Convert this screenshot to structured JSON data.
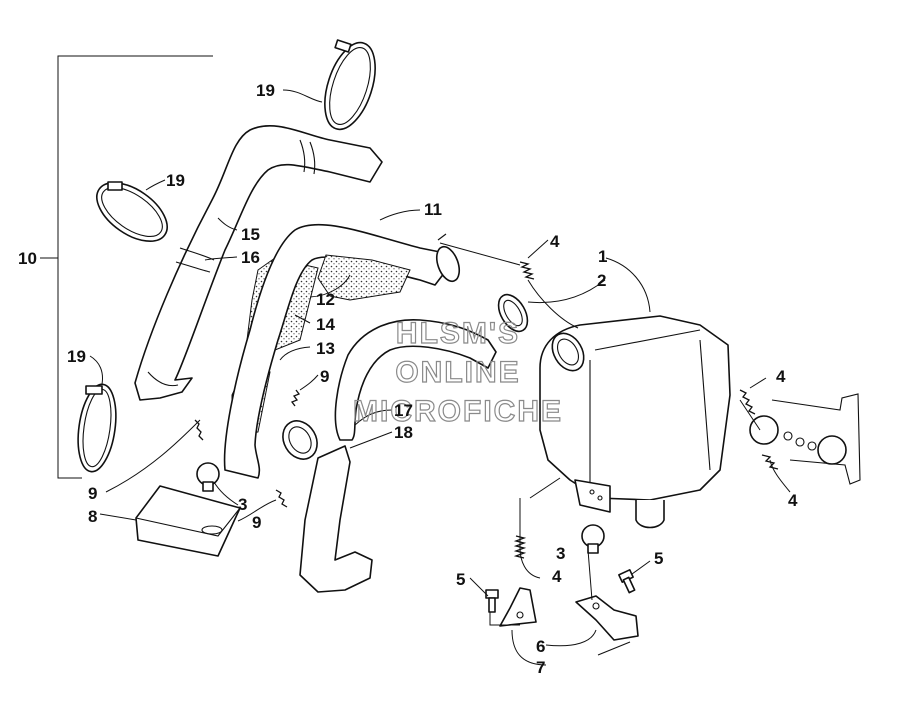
{
  "watermark": {
    "line1": "HLSM'S",
    "line2": "ONLINE",
    "line3": "MICROFICHE"
  },
  "callouts": {
    "c1": "1",
    "c2": "2",
    "c3a": "3",
    "c3b": "3",
    "c4a": "4",
    "c4b": "4",
    "c4c": "4",
    "c4d": "4",
    "c5a": "5",
    "c5b": "5",
    "c6": "6",
    "c7": "7",
    "c8": "8",
    "c9a": "9",
    "c9b": "9",
    "c9c": "9",
    "c10": "10",
    "c11": "11",
    "c12": "12",
    "c13": "13",
    "c14": "14",
    "c15": "15",
    "c16": "16",
    "c17": "17",
    "c18": "18",
    "c19a": "19",
    "c19b": "19",
    "c19c": "19"
  }
}
